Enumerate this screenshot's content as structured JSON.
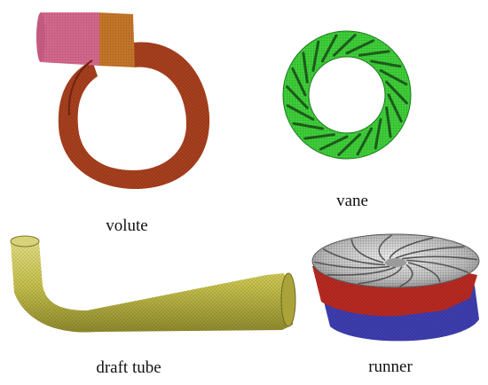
{
  "labels": {
    "volute": "volute",
    "vane": "vane",
    "draft_tube": "draft tube",
    "runner": "runner"
  },
  "colors": {
    "volute_body": "#a8401e",
    "volute_inlet": "#d96a90",
    "volute_transition": "#c8782a",
    "vane_ring": "#3fd23a",
    "vane_blade": "#1c5a1c",
    "draft_tube": "#c8c24e",
    "runner_crown": "#b9b9b9",
    "runner_blades": "#b82a22",
    "runner_band": "#3e3eb0"
  }
}
